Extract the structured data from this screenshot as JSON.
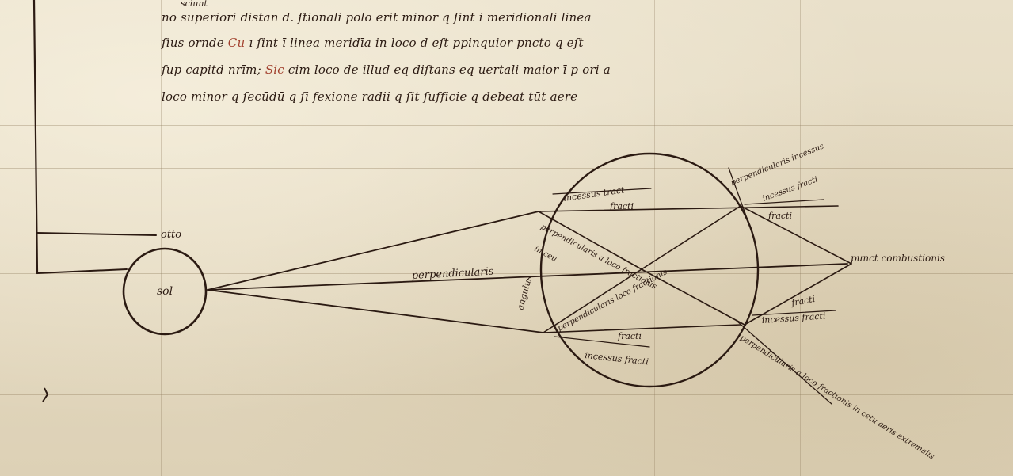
{
  "manuscript": {
    "interlinear_note": "sciunt",
    "text_lines": [
      {
        "before": "no superiori distan d. ſtionali polo erit minor q ſint i meridionali linea",
        "rubric": "",
        "after": ""
      },
      {
        "before": "ſius ornde",
        "rubric": "Cu",
        "after": "ı ſint ī linea meridīa in loco d eſt ppinquior pncto q eſt"
      },
      {
        "before": "ſup capitd nrīm;",
        "rubric": "Sic",
        "after": "cim loco de illud eq diſtans eq uertali maior ī p ori a"
      },
      {
        "before": "loco minor q ſecūdū q ſi fexione radii q ſit ſufficie q debeat tūt aere",
        "rubric": "",
        "after": ""
      }
    ],
    "text_color": "#2b1a12",
    "rubric_color": "#a2402e",
    "parchment_color": "#e6dcc6"
  },
  "diagram": {
    "labels": {
      "otto": "otto",
      "sol": "sol",
      "perpendicularis": "perpendicularis",
      "angulus": "angulus",
      "punctus_combustionis": "punct combustionis",
      "incessus_tract_top": "incessus tract",
      "fracti_top": "fracti",
      "perp_a_loco_upper": "perpendicularis a loco fractionis",
      "in_ceu": "in ceu",
      "perp_center": "perpendicularis loco fractionis",
      "fracti_bottom": "fracti",
      "incessus_fracti_bottom": "incessus fracti",
      "perp_incessus_right": "perpendicularis incessus",
      "incessus_tract_right": "incessus fracti",
      "fracti_right": "fracti",
      "fracti_right_lower": "fracti",
      "incessus_fracti_right_lower": "incessus fracti",
      "perp_a_loco_right": "perpendicularis a loco fractionis in cetu aeris extremalis"
    },
    "ink_color": "#2b1a12"
  }
}
